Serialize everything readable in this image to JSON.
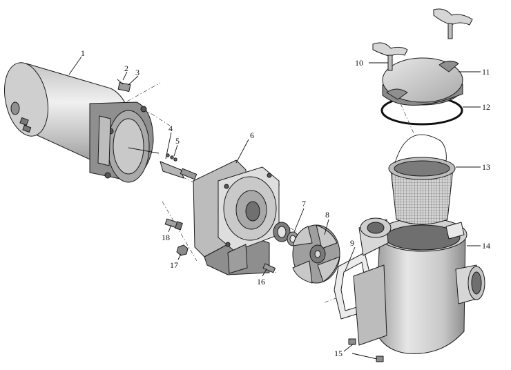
{
  "callouts": [
    {
      "num": "1"
    },
    {
      "num": "2"
    },
    {
      "num": "3"
    },
    {
      "num": "4"
    },
    {
      "num": "5"
    },
    {
      "num": "6"
    },
    {
      "num": "7"
    },
    {
      "num": "8"
    },
    {
      "num": "9"
    },
    {
      "num": "10"
    },
    {
      "num": "11"
    },
    {
      "num": "12"
    },
    {
      "num": "13"
    },
    {
      "num": "14"
    },
    {
      "num": "15"
    },
    {
      "num": "16"
    },
    {
      "num": "17"
    },
    {
      "num": "18"
    }
  ],
  "colors": {
    "outline": "#1a1a1a",
    "light": "#d9d9d9",
    "mid": "#a8a8a8",
    "dark": "#6e6e6e",
    "background": "#ffffff"
  }
}
